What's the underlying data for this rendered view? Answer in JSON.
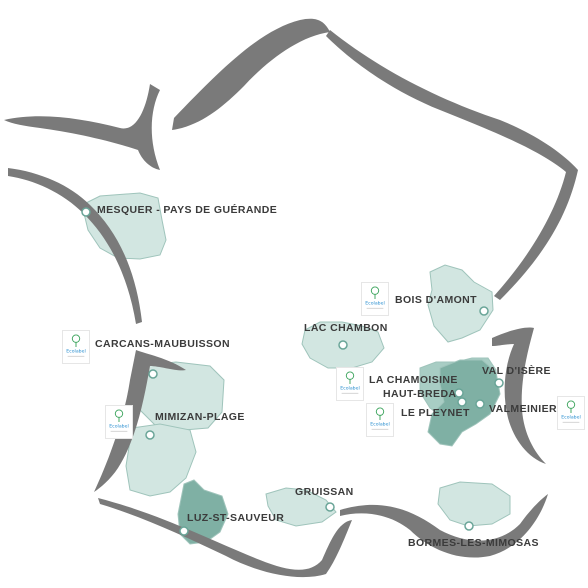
{
  "colors": {
    "outline": "#7a7a7a",
    "region_light": "#d2e6e1",
    "region_mid": "#a8cdc4",
    "region_dark": "#7fb0a4",
    "region_stroke": "#9fc4bb",
    "label_text": "#3b3b3b",
    "ecolabel_green": "#3aa35b",
    "ecolabel_blue": "#2a8fd0"
  },
  "locations": [
    {
      "id": "mesquer",
      "name": "MESQUER - PAYS DE GUÉRANDE"
    },
    {
      "id": "bois-damont",
      "name": "BOIS D'AMONT"
    },
    {
      "id": "lac-chambon",
      "name": "LAC CHAMBON"
    },
    {
      "id": "carcans",
      "name": "CARCANS-MAUBUISSON"
    },
    {
      "id": "val-disere",
      "name": "VAL D'ISÈRE"
    },
    {
      "id": "la-chamoisine",
      "name": "LA CHAMOISINE"
    },
    {
      "id": "haut-breda",
      "name": "HAUT-BREDA"
    },
    {
      "id": "le-pleynet",
      "name": "LE PLEYNET"
    },
    {
      "id": "valmeinier",
      "name": "VALMEINIER"
    },
    {
      "id": "mimizan",
      "name": "MIMIZAN-PLAGE"
    },
    {
      "id": "gruissan",
      "name": "GRUISSAN"
    },
    {
      "id": "luz",
      "name": "LUZ-ST-SAUVEUR"
    },
    {
      "id": "bormes",
      "name": "BORMES-LES-MIMOSAS"
    }
  ],
  "ecolabel": {
    "logo_text": "Ecolabel"
  }
}
